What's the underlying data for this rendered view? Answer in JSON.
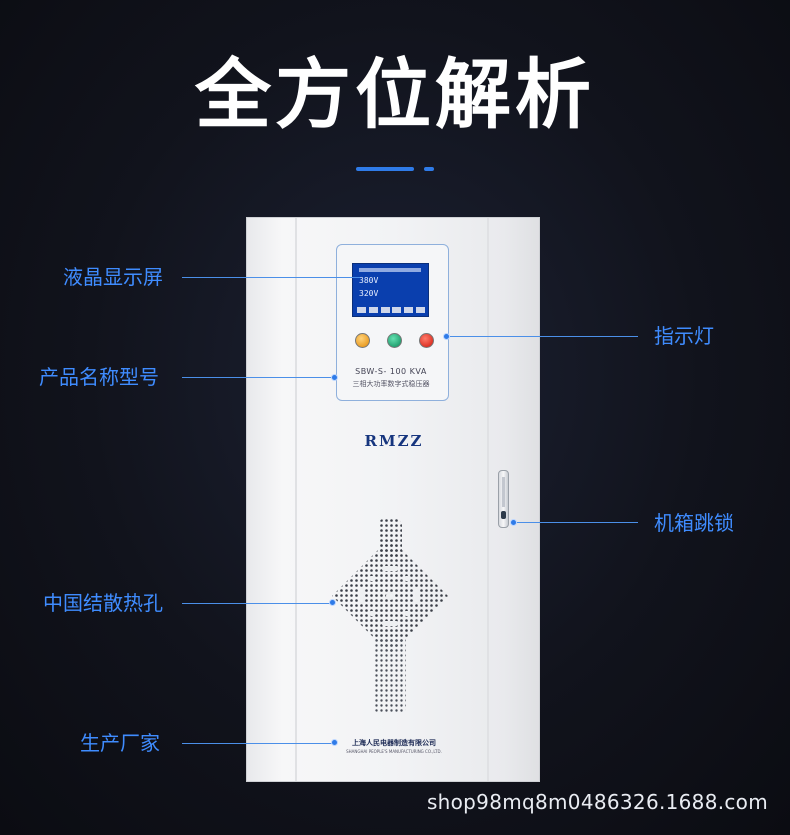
{
  "title": "全方位解析",
  "colors": {
    "accent": "#2f7be8",
    "label": "#3f8cff",
    "brand": "#16357e"
  },
  "cabinet": {
    "lcd": {
      "line1": "380V",
      "line2": "320V"
    },
    "lamps": [
      {
        "name": "yellow-lamp"
      },
      {
        "name": "green-lamp"
      },
      {
        "name": "red-lamp"
      }
    ],
    "model": "SBW-S- 100 KVA",
    "model_sub": "三相大功率数字式稳压器",
    "brand": "RMZZ",
    "maker_cn": "上海人民电器制造有限公司",
    "maker_en": "SHANGHAI PEOPLE'S MANUFACTURING CO.,LTD."
  },
  "callouts": {
    "lcd_screen": "液晶显示屏",
    "indicator": "指示灯",
    "model_name": "产品名称型号",
    "lock": "机箱跳锁",
    "vent": "中国结散热孔",
    "maker": "生产厂家"
  },
  "watermark": "shop98mq8m0486326.1688.com"
}
